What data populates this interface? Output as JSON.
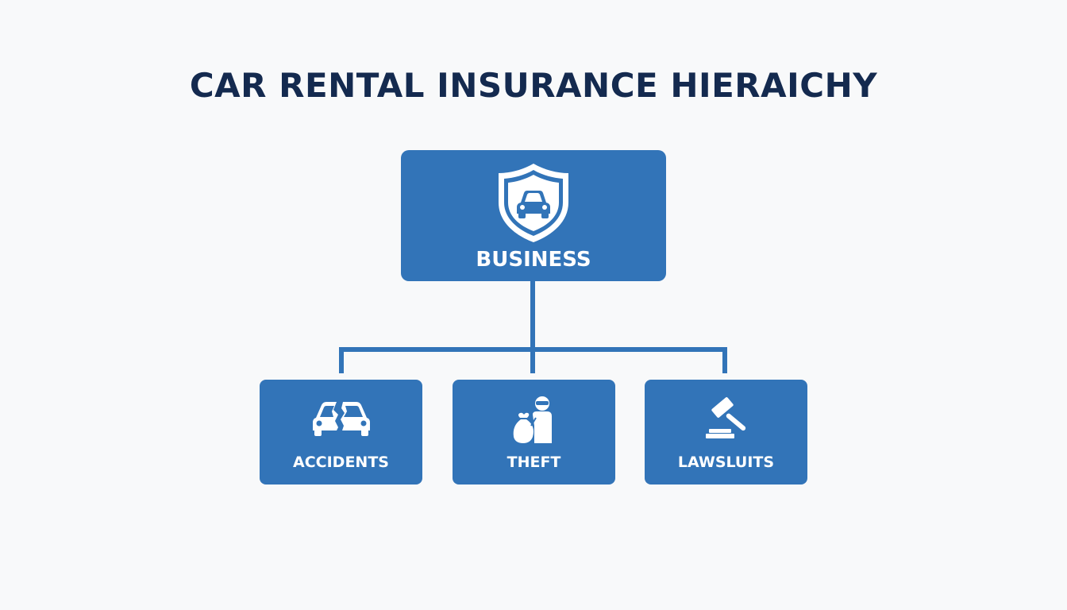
{
  "title": "CAR RENTAL INSURANCE HIERAICHY",
  "colors": {
    "background": "#f8f9fa",
    "title": "#142a4f",
    "node_fill": "#3274b8",
    "connector": "#3274b8",
    "icon": "#ffffff"
  },
  "root": {
    "label": "BUSINESS",
    "icon": "shield-car-icon"
  },
  "children": [
    {
      "label": "ACCIDENTS",
      "icon": "car-collision-icon"
    },
    {
      "label": "THEFT",
      "icon": "thief-icon"
    },
    {
      "label": "LAWSLUITS",
      "icon": "gavel-icon"
    }
  ]
}
